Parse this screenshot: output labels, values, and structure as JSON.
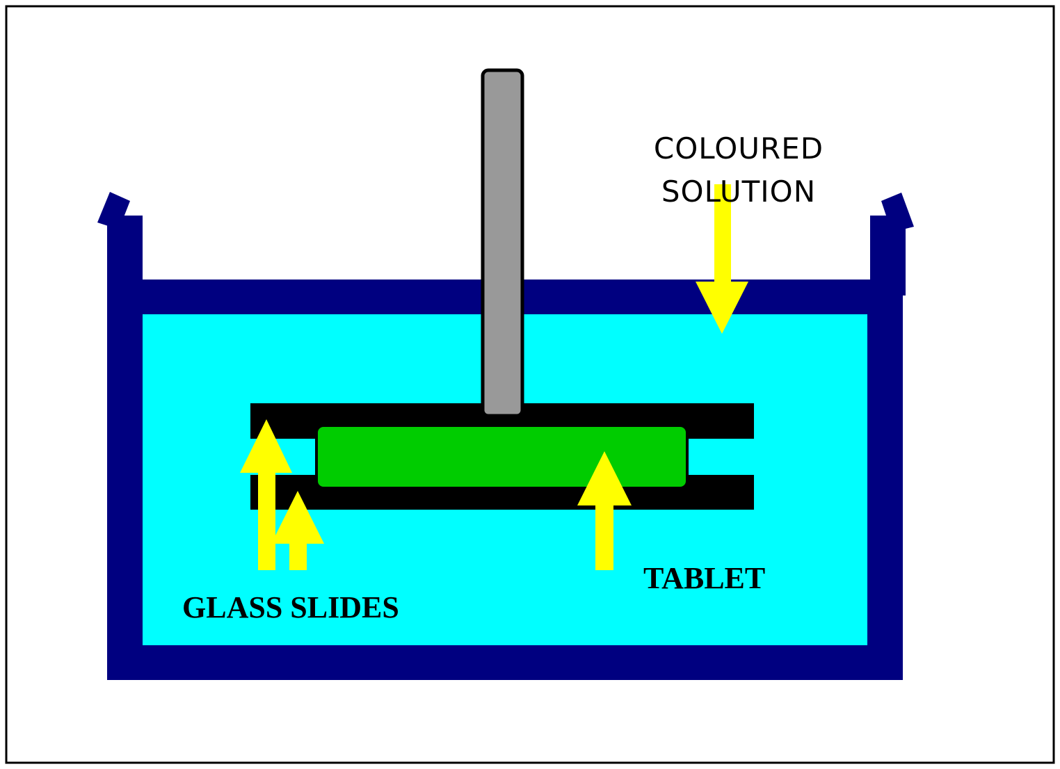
{
  "labels": {
    "coloured_line1": "COLOURED",
    "coloured_line2": "SOLUTION",
    "tablet": "TABLET",
    "glass_slides": "GLASS SLIDES"
  },
  "colors": {
    "container": "#000080",
    "solution": "#00ffff",
    "slides": "#000000",
    "tablet": "#00cc00",
    "rod": "#999999",
    "arrow": "#ffff00",
    "frame": "#000000"
  },
  "icons": {
    "arrows": "yellow-block-arrow"
  }
}
